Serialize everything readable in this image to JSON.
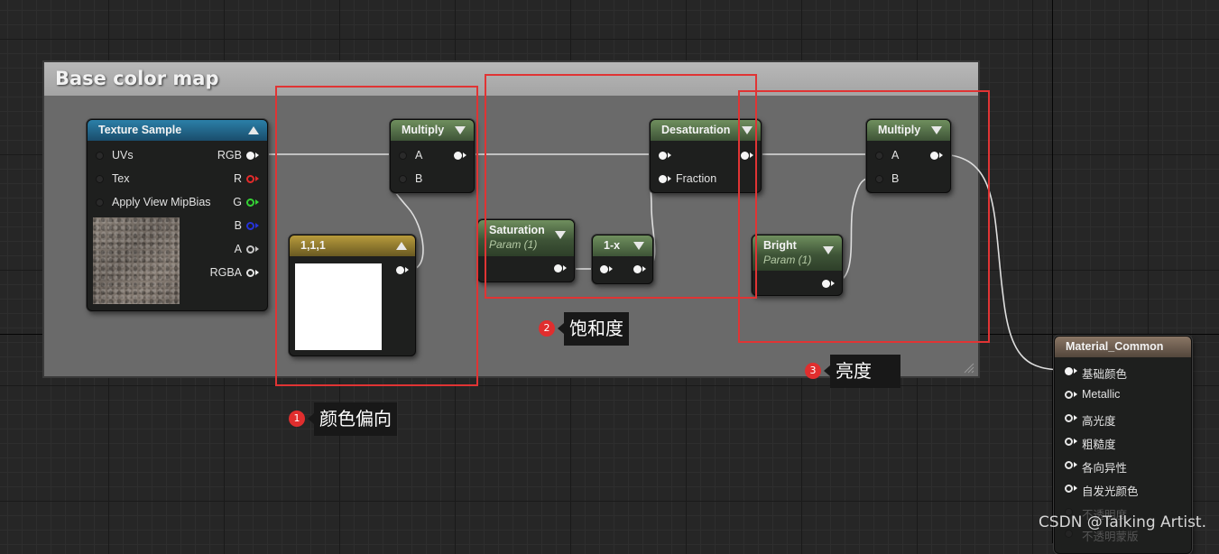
{
  "comment": {
    "title": "Base color map"
  },
  "nodes": {
    "texture_sample": {
      "title": "Texture Sample",
      "inputs": [
        "UVs",
        "Tex",
        "Apply View MipBias"
      ],
      "outputs": [
        "RGB",
        "R",
        "G",
        "B",
        "A",
        "RGBA"
      ]
    },
    "constant": {
      "title": "1,1,1",
      "preview_color": "#ffffff"
    },
    "multiply1": {
      "title": "Multiply",
      "inputs": [
        "A",
        "B"
      ]
    },
    "saturation": {
      "title": "Saturation",
      "subtitle": "Param (1)"
    },
    "one_minus": {
      "title": "1-x"
    },
    "desaturation": {
      "title": "Desaturation",
      "inputs": [
        "",
        "Fraction"
      ]
    },
    "bright": {
      "title": "Bright",
      "subtitle": "Param (1)"
    },
    "multiply2": {
      "title": "Multiply",
      "inputs": [
        "A",
        "B"
      ]
    },
    "material": {
      "title": "Material_Common",
      "inputs": [
        "基础颜色",
        "Metallic",
        "高光度",
        "粗糙度",
        "各向异性",
        "自发光颜色",
        "不透明度",
        "不透明蒙版"
      ]
    }
  },
  "annotations": [
    {
      "number": "1",
      "text": "颜色偏向"
    },
    {
      "number": "2",
      "text": "饱和度"
    },
    {
      "number": "3",
      "text": "亮度"
    }
  ],
  "colors": {
    "annotation_red": "#e03434",
    "pin_r": "#e32b2b",
    "pin_g": "#35d135",
    "pin_b": "#2633d8"
  },
  "watermark": "CSDN @Talking Artist."
}
